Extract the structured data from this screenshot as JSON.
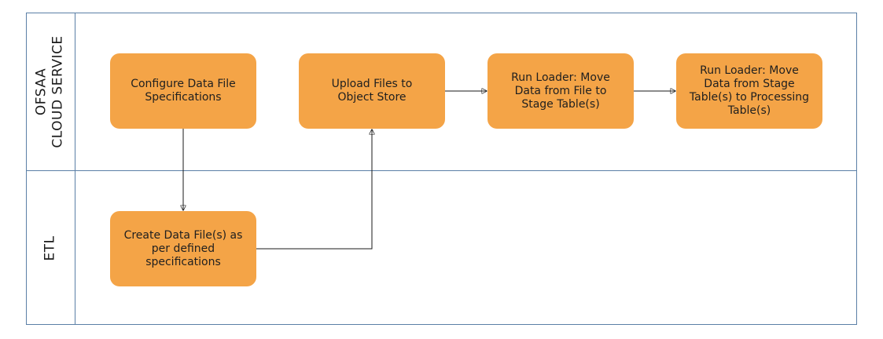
{
  "lanes": {
    "cloud_line1": "OFSAA",
    "cloud_line2": "CLOUD SERVICE",
    "etl": "ETL"
  },
  "steps": {
    "configure": "Configure Data File\nSpecifications",
    "upload": "Upload Files to\nObject Store",
    "stage": "Run Loader: Move\nData from File to\nStage Table(s)",
    "processing": "Run Loader: Move\nData from Stage\nTable(s) to Processing\nTable(s)",
    "create": "Create Data File(s) as\nper defined\nspecifications"
  },
  "colors": {
    "box_fill": "#f4a447",
    "border": "#5b7fa6",
    "connector": "#1a1a1a"
  }
}
